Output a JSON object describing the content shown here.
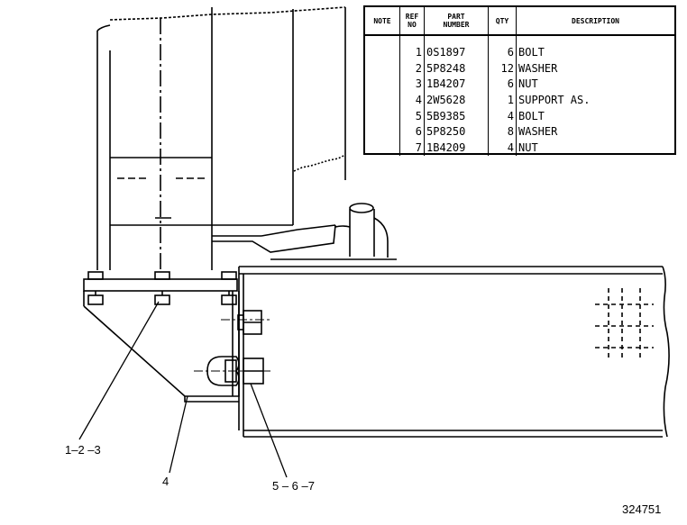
{
  "table": {
    "headers": {
      "note": "NOTE",
      "ref_line1": "REF",
      "ref_line2": "NO",
      "part_line1": "PART",
      "part_line2": "NUMBER",
      "qty": "QTY",
      "description": "DESCRIPTION"
    },
    "rows": [
      {
        "note": "",
        "ref": "1",
        "part": "0S1897",
        "qty": "6",
        "desc": "BOLT"
      },
      {
        "note": "",
        "ref": "2",
        "part": "5P8248",
        "qty": "12",
        "desc": "WASHER"
      },
      {
        "note": "",
        "ref": "3",
        "part": "1B4207",
        "qty": "6",
        "desc": "NUT"
      },
      {
        "note": "",
        "ref": "4",
        "part": "2W5628",
        "qty": "1",
        "desc": "SUPPORT AS."
      },
      {
        "note": "",
        "ref": "5",
        "part": "5B9385",
        "qty": "4",
        "desc": "BOLT"
      },
      {
        "note": "",
        "ref": "6",
        "part": "5P8250",
        "qty": "8",
        "desc": "WASHER"
      },
      {
        "note": "",
        "ref": "7",
        "part": "1B4209",
        "qty": "4",
        "desc": "NUT"
      }
    ]
  },
  "callouts": {
    "c123": "1–2 –3",
    "c4": "4",
    "c567": "5 – 6 –7"
  },
  "drawing_number": "324751"
}
